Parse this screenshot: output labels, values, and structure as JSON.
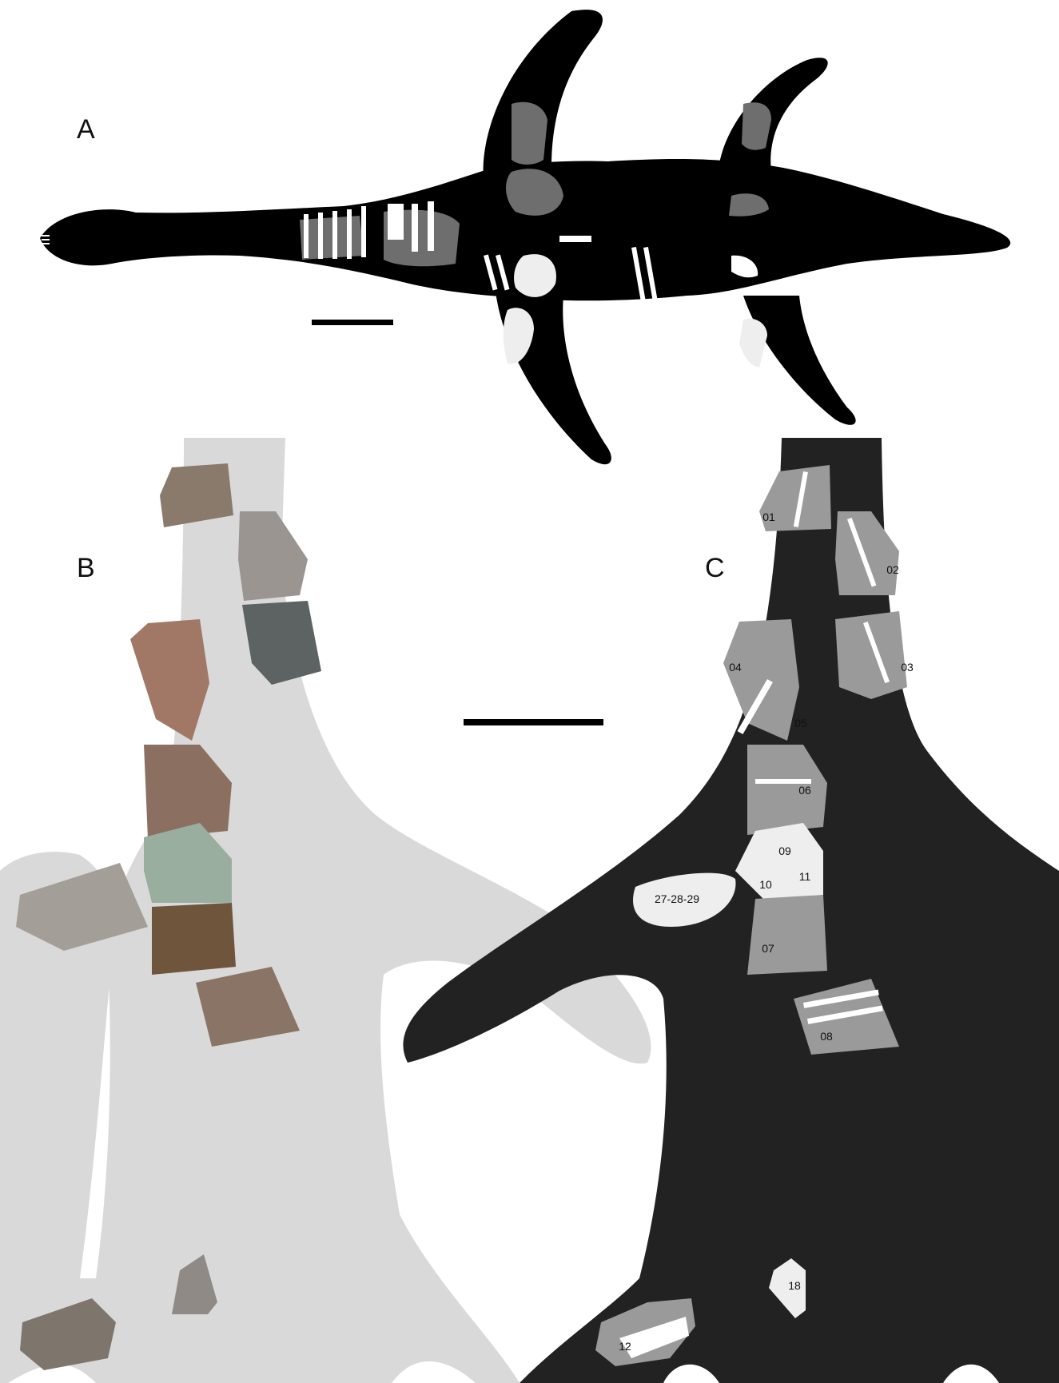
{
  "panels": {
    "a": {
      "letter": "A"
    },
    "b": {
      "letter": "B"
    },
    "c": {
      "letter": "C"
    }
  },
  "fragments": [
    {
      "label": "01"
    },
    {
      "label": "02"
    },
    {
      "label": "03"
    },
    {
      "label": "04"
    },
    {
      "label": "05"
    },
    {
      "label": "06"
    },
    {
      "label": "07"
    },
    {
      "label": "08"
    },
    {
      "label": "09"
    },
    {
      "label": "10"
    },
    {
      "label": "11"
    },
    {
      "label": "12"
    },
    {
      "label": "18"
    },
    {
      "label": "27-28-29"
    }
  ],
  "colors": {
    "silhouette_a": "#000000",
    "silhouette_b": "#d9d9d9",
    "silhouette_c": "#222222",
    "bone_white": "#ffffff",
    "bone_light": "#eeeeee",
    "bone_gray": "#6e6e6e",
    "fragment_gray": "#9a9a9a"
  }
}
